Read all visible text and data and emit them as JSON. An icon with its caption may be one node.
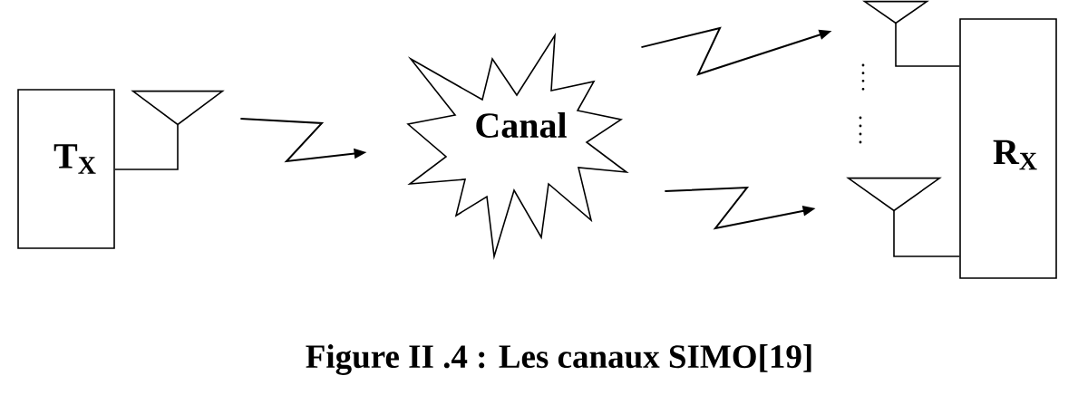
{
  "diagram": {
    "caption": "Figure II .4 : Les canaux SIMO[19]",
    "nodes": [
      {
        "text": [
          "T$_{X}$"
        ]
      },
      {
        "text": [],
        "shape": "antenna"
      },
      {
        "text": [
          "Canal"
        ]
      },
      {
        "text": [],
        "shape": "antenna"
      },
      {
        "text": [],
        "shape": "antenna"
      },
      {
        "text": [
          "R$_{X}$"
        ]
      }
    ],
    "edges": [
      {
        "from": 0,
        "to": 1,
        "arrow": "none"
      },
      {
        "from": 1,
        "to": 2,
        "arrow": "to"
      },
      {
        "from": 2,
        "to": 3,
        "arrow": "to"
      },
      {
        "from": 2,
        "to": 4,
        "arrow": "to"
      },
      {
        "from": 3,
        "to": 5,
        "arrow": "none"
      },
      {
        "from": 4,
        "to": 5,
        "arrow": "none"
      }
    ]
  }
}
